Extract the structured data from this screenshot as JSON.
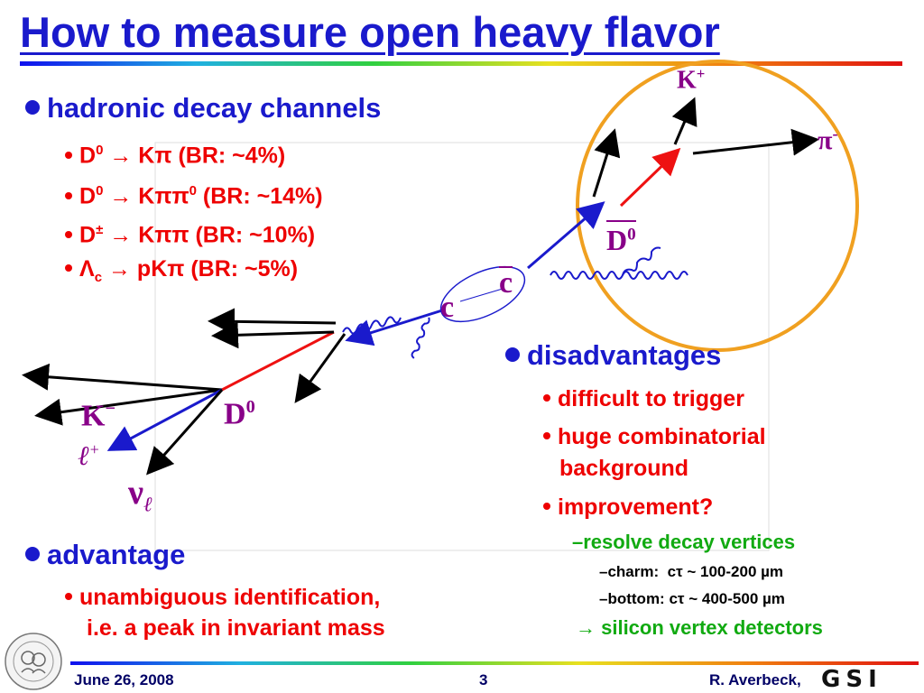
{
  "title": "How to measure open heavy flavor",
  "left_section": {
    "heading": "hadronic decay channels",
    "items": [
      {
        "parts": [
          "D",
          "0",
          " → Kπ (BR: ~4%)"
        ]
      },
      {
        "parts": [
          "D",
          "0",
          " → Kππ",
          "0",
          " (BR: ~14%)"
        ]
      },
      {
        "parts": [
          "D",
          "±",
          " → Kππ (BR: ~10%)"
        ]
      },
      {
        "parts": [
          "Λ",
          "c",
          " → pKπ (BR: ~5%)"
        ]
      }
    ]
  },
  "disadvantages": {
    "heading": "disadvantages",
    "items": [
      "difficult to trigger",
      "huge combinatorial",
      "background",
      "improvement?"
    ],
    "sub_item": "resolve decay vertices",
    "details": [
      {
        "label": "charm:",
        "formula": "cτ ~ 100-200 µm"
      },
      {
        "label": "bottom:",
        "formula": "cτ ~ 400-500 µm"
      }
    ],
    "conclusion": "→ silicon vertex detectors"
  },
  "advantage": {
    "heading": "advantage",
    "line1": "unambiguous identification,",
    "line2": "i.e. a peak in invariant mass"
  },
  "diagram": {
    "labels": {
      "k_plus": "K",
      "k_plus_sup": "+",
      "pi_minus": "π",
      "pi_minus_sup": "-",
      "d0bar": "D",
      "d0bar_sup": "0",
      "c": "c",
      "cbar": "c",
      "k_minus": "K",
      "k_minus_sup": "−",
      "d0": "D",
      "d0_sup": "0",
      "lepton": "ℓ",
      "lepton_sup": "+",
      "nu": "ν",
      "nu_sub": "ℓ"
    },
    "colors": {
      "circle": "#f0a020",
      "red": "#ee1111",
      "blue": "#1a1acc",
      "label": "#880088"
    }
  },
  "footer": {
    "date": "June 26, 2008",
    "page": "3",
    "author": "R. Averbeck,",
    "logo": "GSI",
    "seal_icon": "university-seal-icon"
  }
}
